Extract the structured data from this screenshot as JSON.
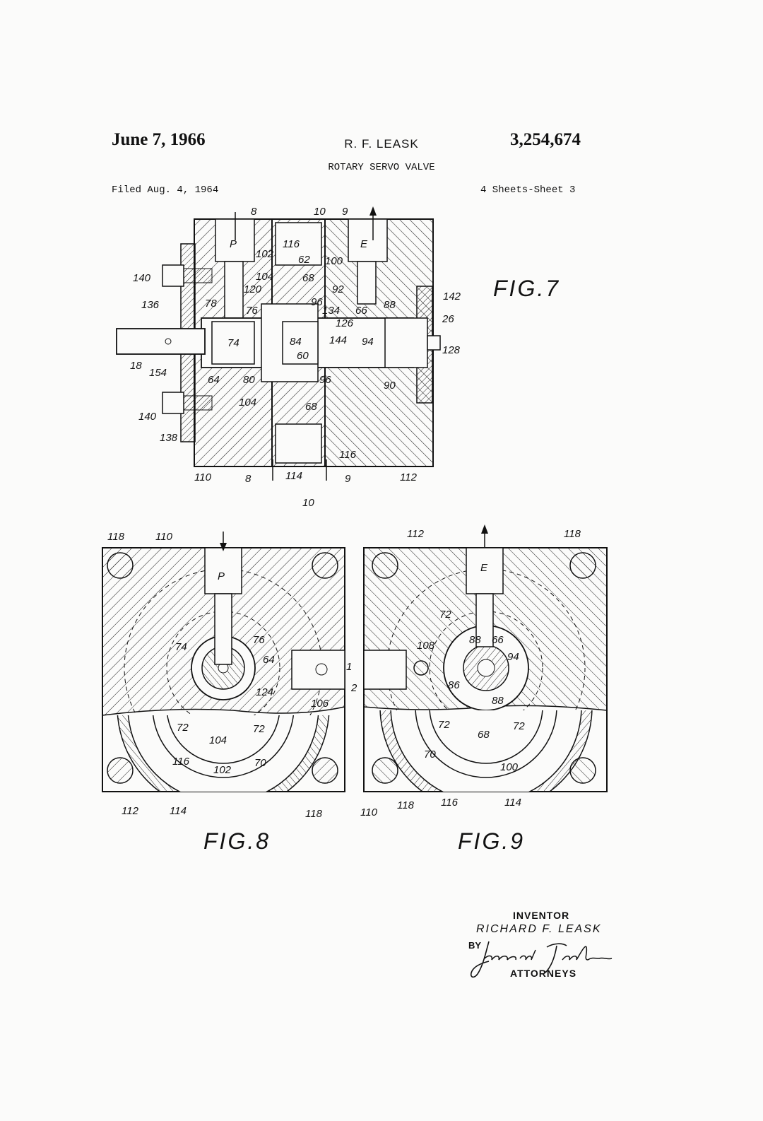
{
  "header": {
    "date": "June 7, 1966",
    "inventor_short": "R. F. LEASK",
    "patent_number": "3,254,674",
    "title": "ROTARY SERVO VALVE",
    "filed": "Filed Aug. 4, 1964",
    "sheets": "4 Sheets-Sheet 3"
  },
  "figures": {
    "fig7": "FIG.7",
    "fig8": "FIG.8",
    "fig9": "FIG.9"
  },
  "fig7_refs": {
    "r8a": "8",
    "r10a": "10",
    "r9a": "9",
    "P": "P",
    "E": "E",
    "r102": "102",
    "r116a": "116",
    "r62": "62",
    "r100": "100",
    "r104a": "104",
    "r68a": "68",
    "r120": "120",
    "r92": "92",
    "r140a": "140",
    "r136": "136",
    "r78": "78",
    "r76": "76",
    "r96a": "96",
    "r134": "134",
    "r66": "66",
    "r88": "88",
    "r142": "142",
    "r26": "26",
    "r126": "126",
    "r74": "74",
    "r84": "84",
    "r144": "144",
    "r94": "94",
    "r128": "128",
    "r60": "60",
    "r18": "18",
    "r154": "154",
    "r64": "64",
    "r80": "80",
    "r96b": "96",
    "r90": "90",
    "r104b": "104",
    "r68b": "68",
    "r140b": "140",
    "r138": "138",
    "r116b": "116",
    "r110": "110",
    "r8b": "8",
    "r114": "114",
    "r9b": "9",
    "r112": "112",
    "r10b": "10"
  },
  "fig8_refs": {
    "r118a": "118",
    "r110": "110",
    "P": "P",
    "r76": "76",
    "r74": "74",
    "r64": "64",
    "r124": "124",
    "r106": "106",
    "r1": "1",
    "r72a": "72",
    "r72b": "72",
    "r104": "104",
    "r116": "116",
    "r102": "102",
    "r70": "70",
    "r112": "112",
    "r114": "114",
    "r118b": "118"
  },
  "fig9_refs": {
    "r112": "112",
    "r118a": "118",
    "E": "E",
    "r72a": "72",
    "r108": "108",
    "r88a": "88",
    "r66": "66",
    "r94": "94",
    "r2": "2",
    "r86": "86",
    "r88b": "88",
    "r72b": "72",
    "r68": "68",
    "r72c": "72",
    "r70": "70",
    "r100": "100",
    "r110": "110",
    "r118b": "118",
    "r116": "116",
    "r114": "114"
  },
  "signature": {
    "heading": "INVENTOR",
    "name": "RICHARD F. LEASK",
    "by": "BY",
    "attorneys": "ATTORNEYS"
  }
}
